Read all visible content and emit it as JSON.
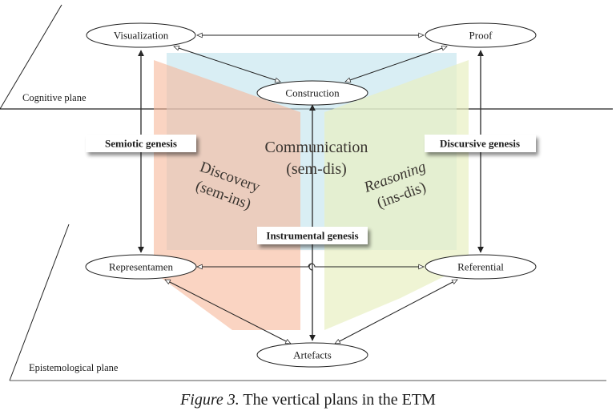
{
  "planes": {
    "cognitive": "Cognitive plane",
    "epistemological": "Epistemological plane"
  },
  "nodes": {
    "visualization": "Visualization",
    "proof": "Proof",
    "construction": "Construction",
    "representamen": "Representamen",
    "referential": "Referential",
    "artefacts": "Artefacts"
  },
  "vertical_planes": {
    "discovery": {
      "title": "Discovery",
      "subtitle": "(sem-ins)",
      "color": "#f6b89a"
    },
    "communication": {
      "title": "Communication",
      "subtitle": "(sem-dis)",
      "color": "#bfe3ec"
    },
    "reasoning": {
      "title": "Reasoning",
      "subtitle": "(ins-dis)",
      "color": "#e8f0c2"
    }
  },
  "geneses": {
    "semiotic": "Semiotic genesis",
    "instrumental": "Instrumental genesis",
    "discursive": "Discursive genesis"
  },
  "caption": {
    "figure": "Figure 3.",
    "text": " The vertical plans in the ETM"
  }
}
